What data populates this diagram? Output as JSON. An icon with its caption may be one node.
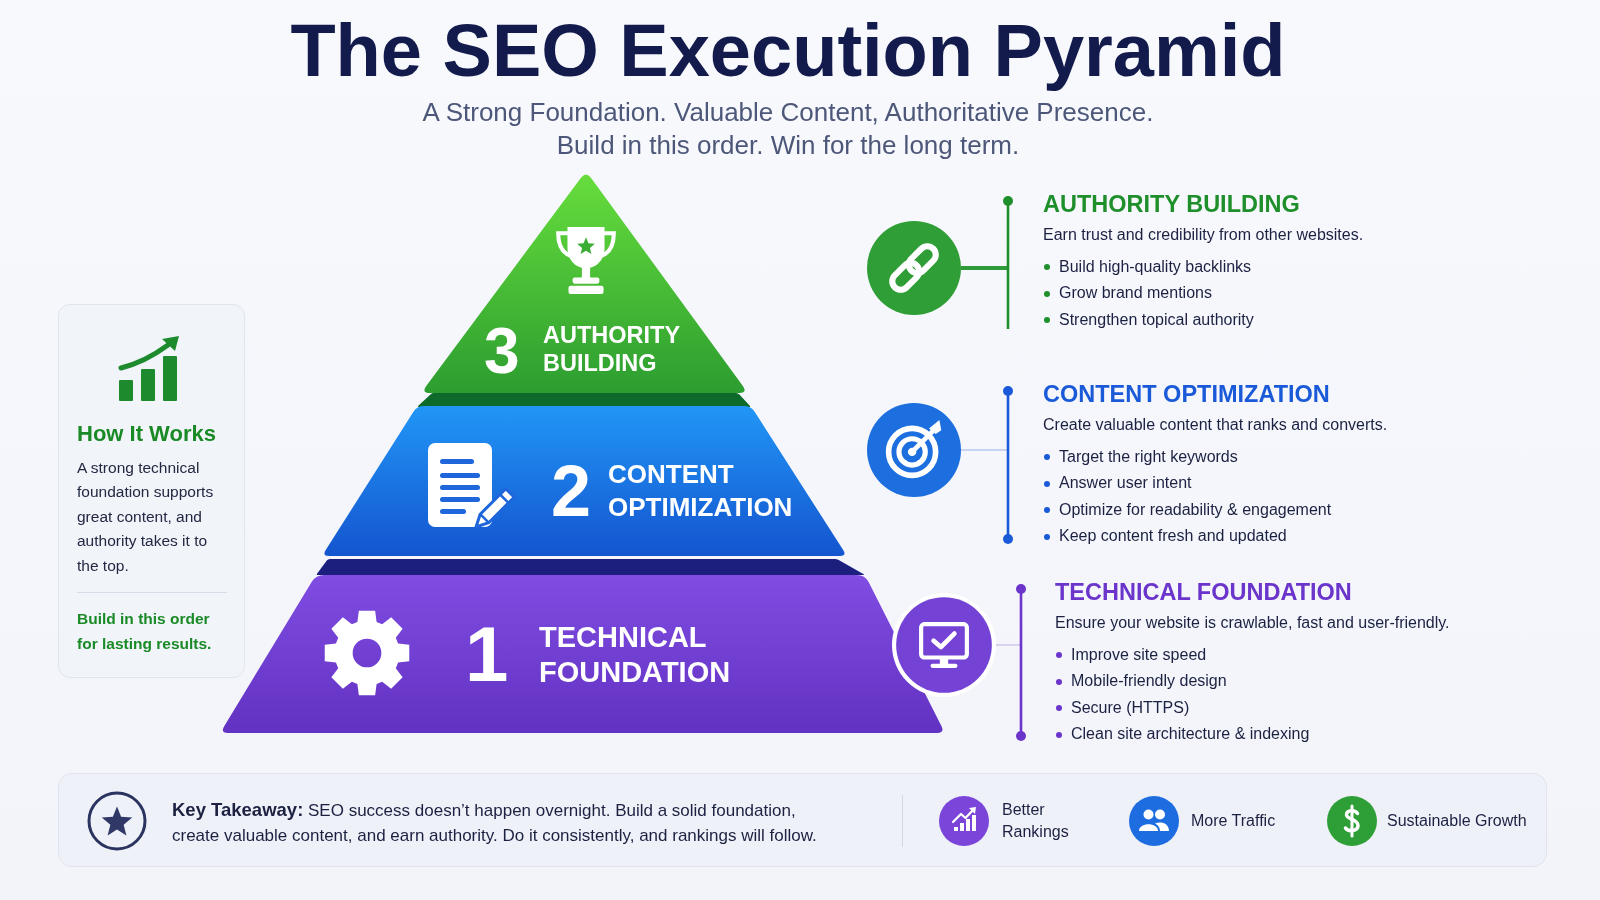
{
  "diagram": {
    "title": "The SEO Execution Pyramid",
    "nodes": [
      {
        "text": [
          "How It Works",
          "A strong technical foundation supports great content, and authority takes it to the top.",
          "Build in this order for lasting results."
        ]
      },
      {
        "text": [
          "3",
          "AUTHORITY BUILDING"
        ]
      },
      {
        "text": [
          "2",
          "CONTENT OPTIMIZATION"
        ]
      },
      {
        "text": [
          "1",
          "TECHNICAL FOUNDATION"
        ]
      },
      {
        "text": [],
        "shape": "circle"
      },
      {
        "text": [
          "AUTHORITY BUILDING",
          "Earn trust and credibility from other websites.",
          "Build high-quality backlinks",
          "Grow brand mentions",
          "Strengthen topical authority"
        ]
      },
      {
        "text": [],
        "shape": "circle"
      },
      {
        "text": [
          "CONTENT OPTIMIZATION",
          "Create valuable content that ranks and converts.",
          "Target the right keywords",
          "Answer user intent",
          "Optimize for readability & engagement",
          "Keep content fresh and updated"
        ]
      },
      {
        "text": [],
        "shape": "circle"
      },
      {
        "text": [
          "TECHNICAL FOUNDATION",
          "Ensure your website is crawlable, fast and user-friendly.",
          "Improve site speed",
          "Mobile-friendly design",
          "Secure (HTTPS)",
          "Clean site architecture & indexing"
        ]
      },
      {
        "text": [
          "**Key Takeaway:** SEO success doesn’t happen overnight. Build a solid foundation, create valuable content, and earn authority. Do it consistently, and rankings will follow.",
          "Better Rankings",
          "More Traffic",
          "Sustainable Growth"
        ]
      }
    ],
    "edges": [
      {
        "from": 4,
        "to": 5,
        "arrow": "none",
        "style": "thick",
        "color": "#2e9a3a"
      },
      {
        "from": 6,
        "to": 7,
        "arrow": "none",
        "color": "#b7c9ec"
      },
      {
        "from": 8,
        "to": 9,
        "arrow": "none",
        "color": "#cdc3e8"
      }
    ],
    "labels": [
      "A Strong Foundation. Valuable Content, Authoritative Presence.",
      "Build in this order. Win for the long term."
    ]
  }
}
